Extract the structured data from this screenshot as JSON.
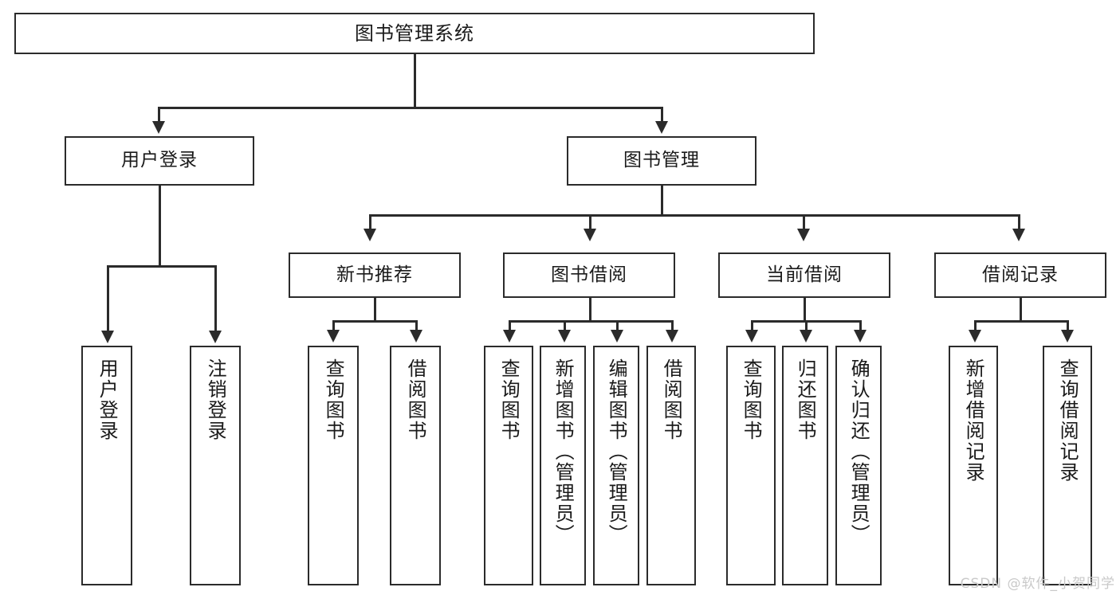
{
  "diagram": {
    "type": "tree-hierarchy",
    "title": "图书管理系统",
    "root": {
      "label": "图书管理系统"
    },
    "level2": [
      {
        "label": "用户登录"
      },
      {
        "label": "图书管理"
      }
    ],
    "level3": [
      {
        "label": "新书推荐"
      },
      {
        "label": "图书借阅"
      },
      {
        "label": "当前借阅"
      },
      {
        "label": "借阅记录"
      }
    ],
    "leaves": {
      "user_login": [
        {
          "label": "用户登录"
        },
        {
          "label": "注销登录"
        }
      ],
      "new_book": [
        {
          "label": "查询图书"
        },
        {
          "label": "借阅图书"
        }
      ],
      "borrow_book": [
        {
          "label": "查询图书"
        },
        {
          "label": "新增图书（管理员）"
        },
        {
          "label": "编辑图书（管理员）"
        },
        {
          "label": "借阅图书"
        }
      ],
      "current_borrow": [
        {
          "label": "查询图书"
        },
        {
          "label": "归还图书"
        },
        {
          "label": "确认归还（管理员）"
        }
      ],
      "borrow_record": [
        {
          "label": "新增借阅记录"
        },
        {
          "label": "查询借阅记录"
        }
      ]
    }
  },
  "watermark": {
    "text": "CSDN @软件_小贺同学"
  },
  "colors": {
    "stroke": "#2b2b2b",
    "text": "#1a1a1a",
    "background": "#ffffff",
    "watermark": "#c9c9c9"
  }
}
